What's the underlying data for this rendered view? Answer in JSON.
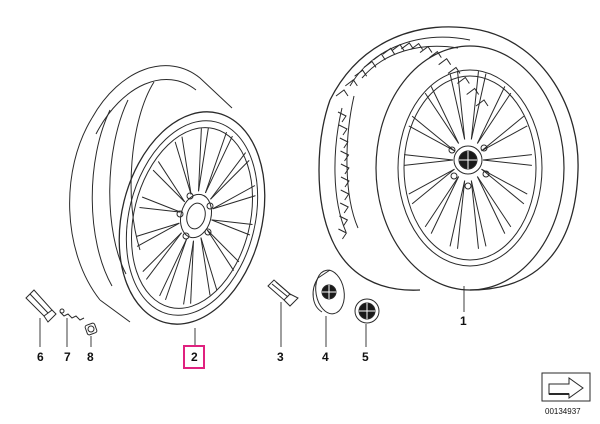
{
  "parts": [
    {
      "id": "wheel-assembly",
      "number": "1",
      "highlighted": false
    },
    {
      "id": "light-alloy-rim",
      "number": "2",
      "highlighted": true
    },
    {
      "id": "wheel-bolt",
      "number": "3",
      "highlighted": false
    },
    {
      "id": "hub-cap",
      "number": "4",
      "highlighted": false
    },
    {
      "id": "emblem",
      "number": "5",
      "highlighted": false
    },
    {
      "id": "valve",
      "number": "6",
      "highlighted": false
    },
    {
      "id": "valve-insert",
      "number": "7",
      "highlighted": false
    },
    {
      "id": "valve-cap",
      "number": "8",
      "highlighted": false
    }
  ],
  "drawing_id": "00134937",
  "colors": {
    "highlight": "#e0217f",
    "line": "#2a2a2a"
  },
  "icons": {
    "next": "arrow-right-icon"
  }
}
